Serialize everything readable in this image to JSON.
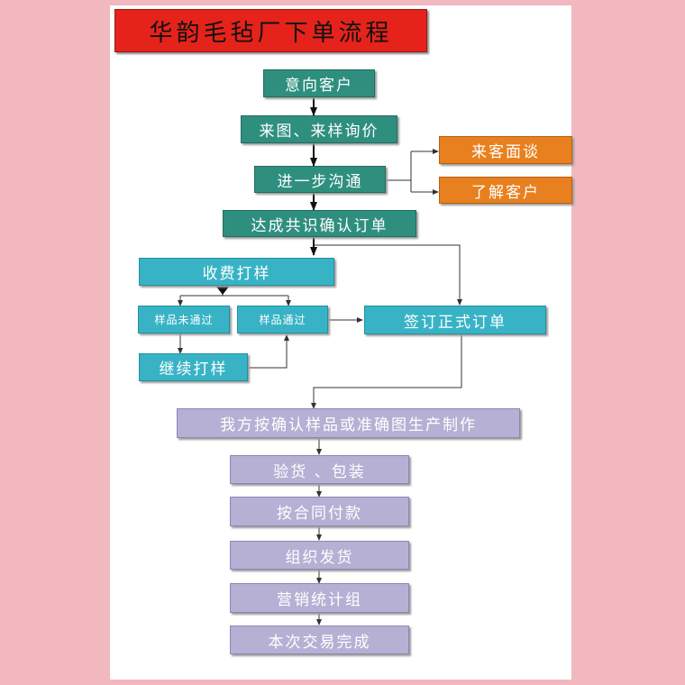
{
  "title": "华韵毛毡厂下单流程",
  "nodes": {
    "intent_customer": "意向客户",
    "drawing_inquiry": "来图、来样询价",
    "further_talk": "进一步沟通",
    "visit_talk": "来客面谈",
    "know_customer": "了解客户",
    "consensus_order": "达成共识确认订单",
    "paid_sample": "收费打样",
    "sample_fail": "样品未通过",
    "sample_pass": "样品通过",
    "sign_order": "签订正式订单",
    "continue_sample": "继续打样",
    "production": "我方按确认样品或准确图生产制作",
    "inspect_pack": "验货  、包装",
    "payment": "按合同付款",
    "ship": "组织发货",
    "marketing": "营销统计组",
    "complete": "本次交易完成"
  },
  "colors": {
    "title_bg": "#e5231b",
    "teal": "#2f8f7f",
    "orange": "#e8801f",
    "cyan": "#38b3c6",
    "lavender": "#b6b0d4"
  }
}
